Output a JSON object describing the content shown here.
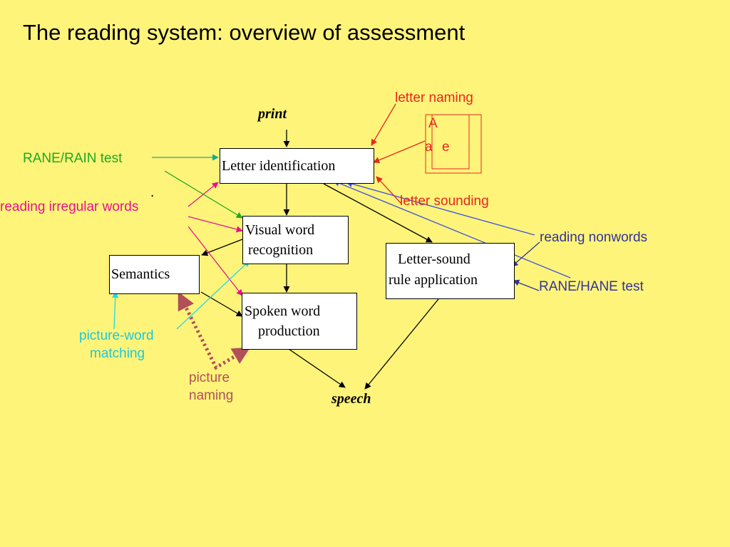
{
  "title": "The reading system: overview of assessment",
  "nodes": {
    "print": "print",
    "speech": "speech",
    "letter_identification": "Letter identification",
    "visual_word_recognition": [
      "Visual word",
      "recognition"
    ],
    "semantics": "Semantics",
    "spoken_word_production": [
      "Spoken word",
      "production"
    ],
    "letter_sound_rule": [
      "Letter-sound",
      "rule application"
    ]
  },
  "tests": {
    "rane_rain": "RANE/RAIN test",
    "reading_irregular_words": "reading irregular words",
    "letter_naming": "letter naming",
    "letter_sounding": "letter sounding",
    "reading_nonwords": "reading nonwords",
    "rane_hane": "RANE/HANE test",
    "picture_word_matching": [
      "picture-word",
      "matching"
    ],
    "picture_naming": [
      "picture",
      "naming"
    ]
  },
  "letter_card": {
    "upper": "A",
    "lower_left": "a",
    "lower_right": "e"
  },
  "stray_mark": ".",
  "colors": {
    "background": "#fff47a",
    "flow": "#000000",
    "rane_rain": "#1aaa8a",
    "green": "#1fa81f",
    "magenta": "#e8138c",
    "red": "#e8281e",
    "blue_dark": "#33339a",
    "blue": "#3a4fe0",
    "cyan": "#20d8e8",
    "picture_naming": "#b05058"
  }
}
